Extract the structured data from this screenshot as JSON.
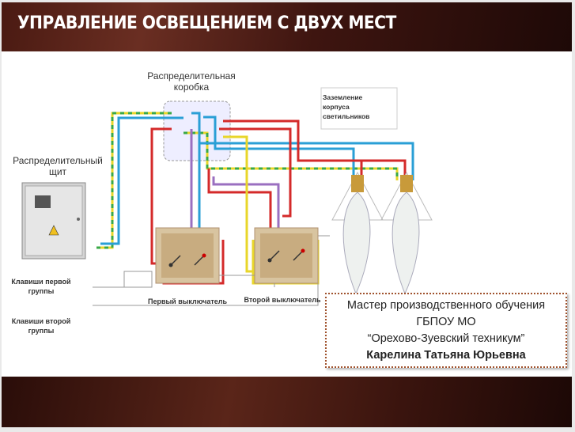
{
  "slide": {
    "title": "УПРАВЛЕНИЕ ОСВЕЩЕНИЕМ С ДВУХ МЕСТ",
    "diagram": {
      "junction_box_label": "Распределительная коробка",
      "panel_label": "Распределительный щит",
      "ground_label": "Заземление корпуса светильников",
      "keys_group1": "Клавиши первой группы",
      "keys_group2": "Клавиши второй группы",
      "switch1_label": "Первый выключатель",
      "switch2_label": "Второй выключатель",
      "wire_colors": {
        "phase": "#d42a2a",
        "neutral": "#2a9fd6",
        "ground": "#e8d62a",
        "ground_stripe": "#3aa845",
        "traveler": "#9a6fc0"
      }
    },
    "info": {
      "line1": "Мастер производственного обучения",
      "line2": "ГБПОУ МО",
      "line3": "“Орехово-Зуевский техникум”",
      "author": "Карелина Татьяна Юрьевна"
    }
  }
}
